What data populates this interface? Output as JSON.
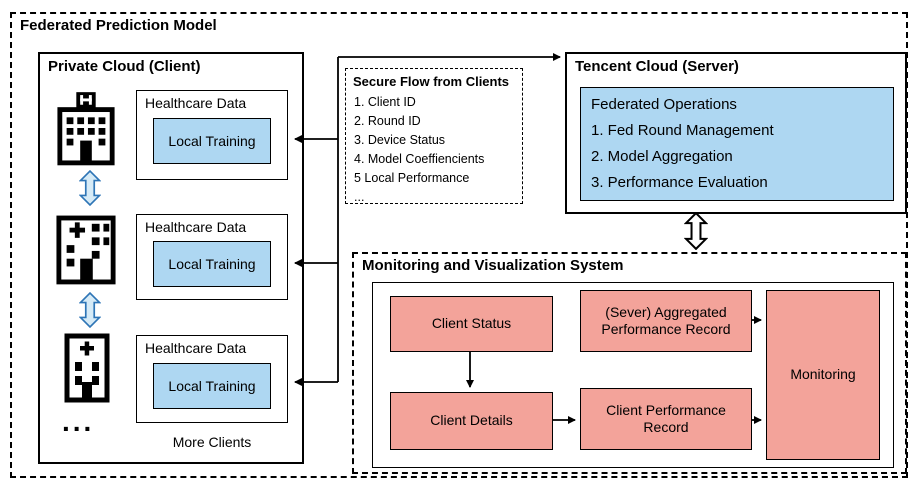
{
  "title": "Federated Prediction Model",
  "private_cloud": {
    "title": "Private Cloud (Client)",
    "clients": [
      {
        "title": "Healthcare Data",
        "inner": "Local Training"
      },
      {
        "title": "Healthcare Data",
        "inner": "Local Training"
      },
      {
        "title": "Healthcare Data",
        "inner": "Local Training"
      }
    ],
    "ellipsis": "...",
    "more_clients": "More Clients"
  },
  "secure_flow": {
    "title": "Secure Flow from Clients",
    "items": [
      "1. Client ID",
      "2. Round ID",
      "3. Device Status",
      "4. Model Coeffiencients",
      "5 Local Performance",
      "..."
    ]
  },
  "server": {
    "title": "Tencent Cloud (Server)",
    "panel": {
      "title": "Federated Operations",
      "items": [
        "1. Fed Round Management",
        "2. Model Aggregation",
        "3. Performance Evaluation"
      ]
    }
  },
  "monitoring_system": {
    "title": "Monitoring and Visualization System",
    "boxes": {
      "client_status": "Client Status",
      "aggregated_record": "(Sever) Aggregated Performance Record",
      "monitoring": "Monitoring",
      "client_details": "Client Details",
      "client_performance": "Client Performance Record"
    }
  },
  "colors": {
    "panel_blue": "#AED7F2",
    "box_pink": "#F3A39A",
    "arrow_blue": "#2E75B6"
  }
}
